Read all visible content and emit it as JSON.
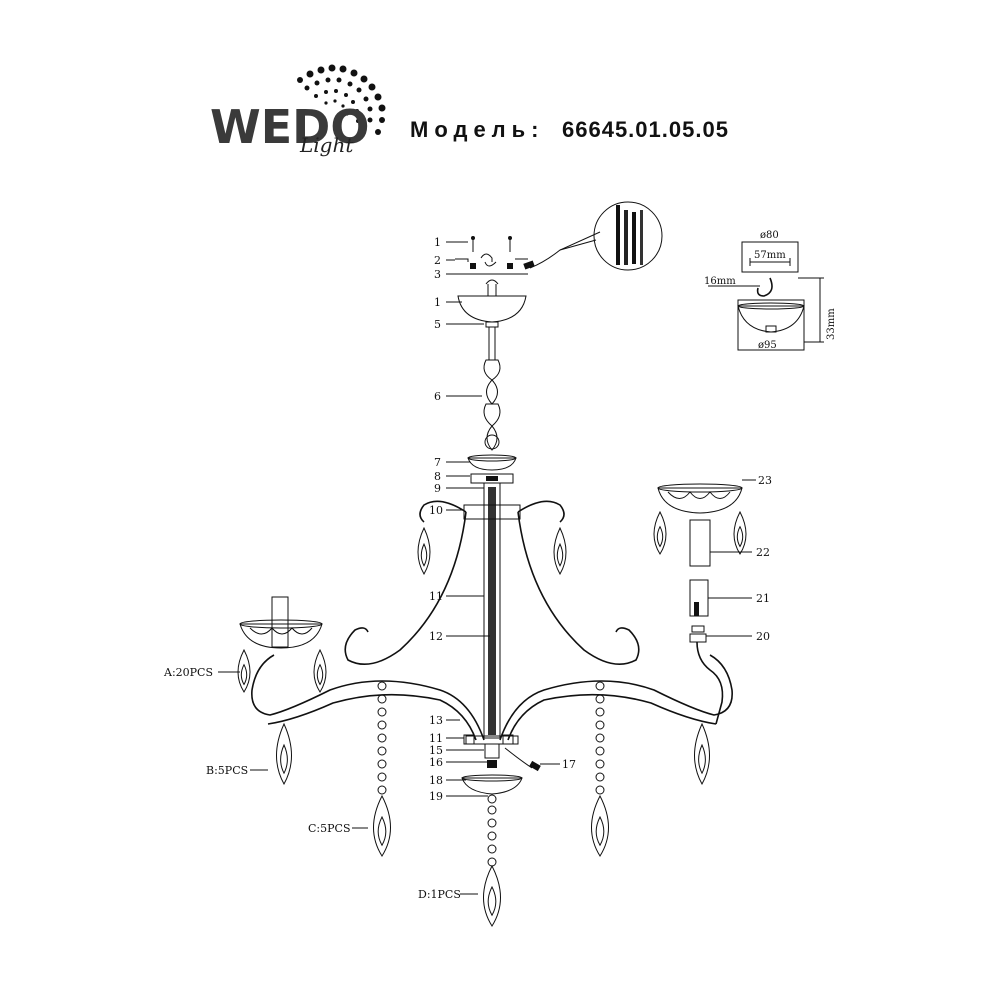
{
  "brand": {
    "name": "WEDO",
    "sub": "Light"
  },
  "model": {
    "label": "Модель:",
    "number": "66645.01.05.05"
  },
  "callouts": {
    "p1a": "1",
    "p2": "2",
    "p3": "3",
    "p1b": "1",
    "p5": "5",
    "p6": "6",
    "p7": "7",
    "p8": "8",
    "p9": "9",
    "p10": "10",
    "p11a": "11",
    "p12": "12",
    "p13": "13",
    "p11b": "11",
    "p15": "15",
    "p16": "16",
    "p17": "17",
    "p18": "18",
    "p19": "19",
    "p20": "20",
    "p21": "21",
    "p22": "22",
    "p23": "23"
  },
  "crystals": {
    "a": "A:20PCS",
    "b": "B:5PCS",
    "c": "C:5PCS",
    "d": "D:1PCS"
  },
  "dimensions": {
    "top_diameter": "ø80",
    "hook_width": "57mm",
    "hook_offset": "16mm",
    "canopy_diameter": "ø95",
    "canopy_height": "33mm"
  }
}
